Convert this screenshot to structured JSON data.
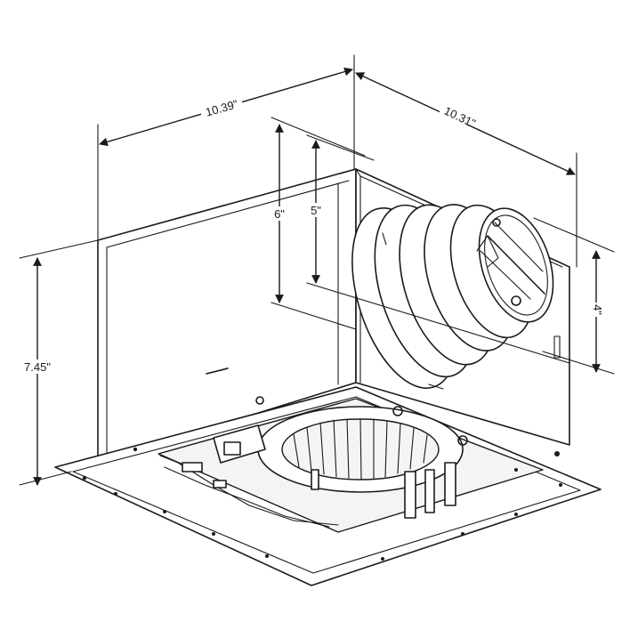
{
  "dimensions": {
    "width": "10.39\"",
    "depth": "10.31\"",
    "height": "7.45\"",
    "housing_height": "6\"",
    "duct_center_height": "5\"",
    "duct_diameter": "4\""
  },
  "colors": {
    "stroke": "#1a1a1a",
    "background": "#ffffff"
  }
}
